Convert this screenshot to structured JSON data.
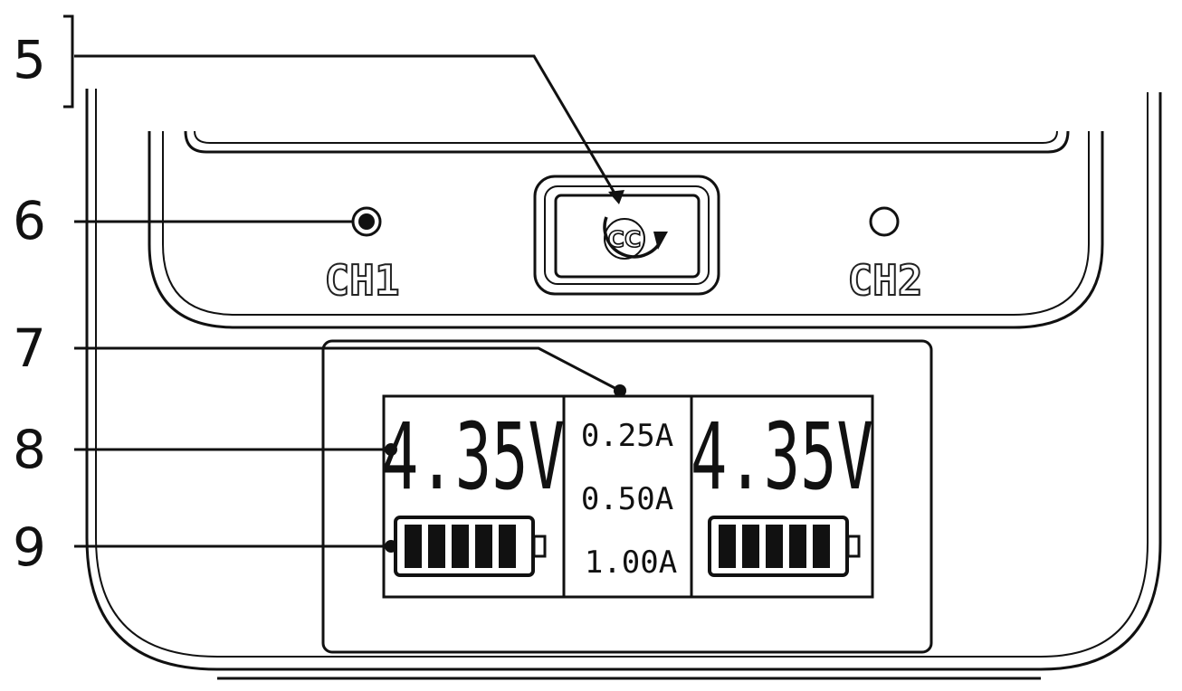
{
  "callouts": {
    "c5": "5",
    "c6": "6",
    "c7": "7",
    "c8": "8",
    "c9": "9"
  },
  "panel": {
    "ch1_label": "CH1",
    "ch2_label": "CH2",
    "cc_button_label": "CC"
  },
  "display": {
    "left_voltage": "4.35V",
    "right_voltage": "4.35V",
    "currents": [
      "0.25A",
      "0.50A",
      "1.00A"
    ],
    "left_battery_bars": 5,
    "right_battery_bars": 5
  }
}
